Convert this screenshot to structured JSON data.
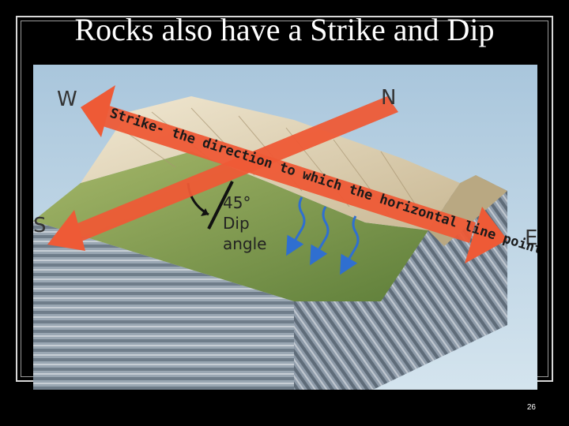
{
  "slide": {
    "title": "Rocks also have a Strike and Dip",
    "page_number": "26"
  },
  "figure": {
    "compass": {
      "west": "W",
      "north": "N",
      "south": "S",
      "east": "E"
    },
    "strike_text": "Strike- the direction to which the horizontal line points",
    "dip_degree": "45°",
    "dip_label_1": "Dip",
    "dip_label_2": "angle"
  },
  "colors": {
    "arrow": "#ee5a36",
    "sky": "#b9d4e6",
    "grass": "#7b9a47",
    "rock_light": "#e9dfc4",
    "strata_dark": "#6f7d8a",
    "flow_arrows": "#2f6fd0"
  }
}
